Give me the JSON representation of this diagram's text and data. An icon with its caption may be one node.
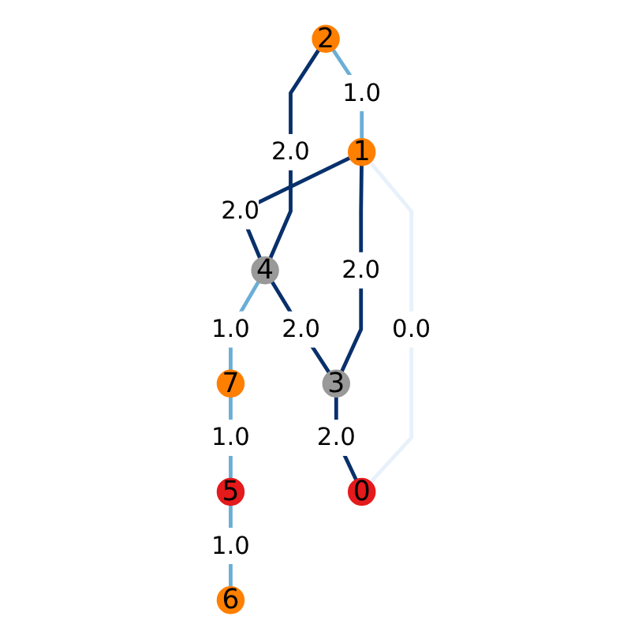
{
  "diagram": {
    "nodes": [
      {
        "text": [
          "2"
        ]
      },
      {
        "text": [
          "1"
        ]
      },
      {
        "text": [
          "4"
        ]
      },
      {
        "text": [
          "7"
        ]
      },
      {
        "text": [
          "5"
        ]
      },
      {
        "text": [
          "3"
        ]
      },
      {
        "text": [
          "6"
        ]
      },
      {
        "text": [
          "0"
        ]
      }
    ],
    "edges": [
      {
        "from": 0,
        "to": 1,
        "arrow": "none",
        "label": "1.0",
        "color": "#6baed6"
      },
      {
        "from": 0,
        "to": 2,
        "arrow": "none",
        "label": "2.0"
      },
      {
        "from": 1,
        "to": 2,
        "arrow": "none",
        "label": "2.0"
      },
      {
        "from": 1,
        "to": 5,
        "arrow": "none",
        "label": "2.0"
      },
      {
        "from": 1,
        "to": 7,
        "arrow": "none",
        "label": "0.0",
        "color": "#e8f1fa"
      },
      {
        "from": 2,
        "to": 5,
        "arrow": "none",
        "label": "2.0"
      },
      {
        "from": 2,
        "to": 3,
        "arrow": "none",
        "label": "1.0",
        "color": "#6baed6"
      },
      {
        "from": 3,
        "to": 4,
        "arrow": "none",
        "label": "1.0",
        "color": "#6baed6"
      },
      {
        "from": 4,
        "to": 6,
        "arrow": "none",
        "label": "1.0",
        "color": "#6baed6"
      },
      {
        "from": 5,
        "to": 7,
        "arrow": "none",
        "label": "2.0"
      }
    ]
  }
}
